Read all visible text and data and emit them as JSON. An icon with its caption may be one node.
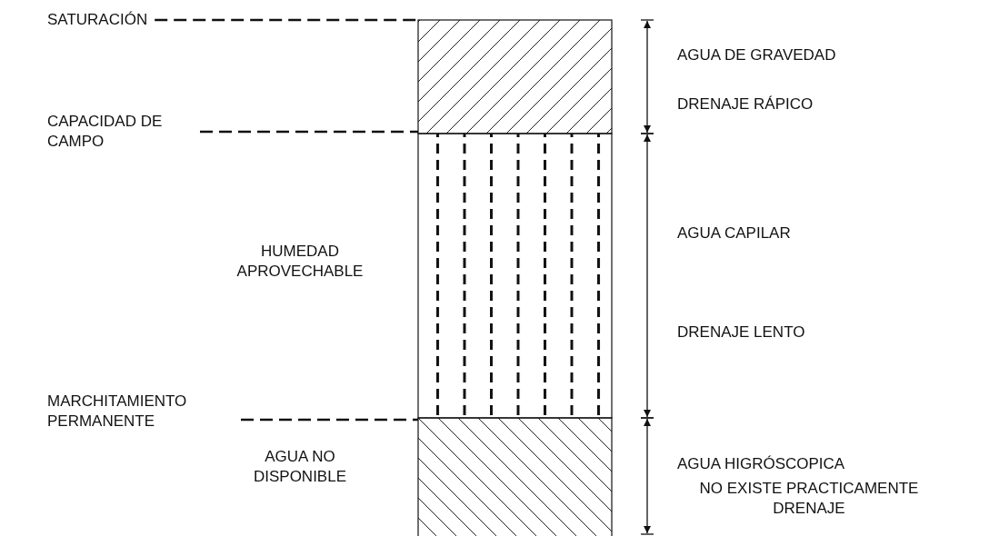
{
  "diagram": {
    "nodes": [
      {
        "text": [],
        "shape": "box"
      },
      {
        "text": [],
        "shape": "box"
      },
      {
        "text": [],
        "shape": "box"
      },
      {
        "text": [
          "SATURACIÓN"
        ]
      },
      {
        "text": [
          "CAPACIDAD DE CAMPO"
        ]
      },
      {
        "text": [
          "MARCHITAMIENTO PERMANENTE"
        ]
      }
    ],
    "edges": [
      {
        "from": 3,
        "to": 0,
        "arrow": "none",
        "style": "dashed"
      },
      {
        "from": 4,
        "to": 0,
        "arrow": "none",
        "style": "dashed"
      },
      {
        "from": 5,
        "to": 2,
        "arrow": "none",
        "style": "dashed"
      }
    ],
    "labels": [
      "AGUA DE GRAVEDAD",
      "DRENAJE RÁPICO",
      "AGUA CAPILAR",
      "HUMEDAD APROVECHABLE",
      "DRENAJE LENTO",
      "AGUA HIGRÓSCOPICA",
      "AGUA NO DISPONIBLE",
      "NO EXISTE PRACTICAMENTE DRENAJE"
    ]
  }
}
